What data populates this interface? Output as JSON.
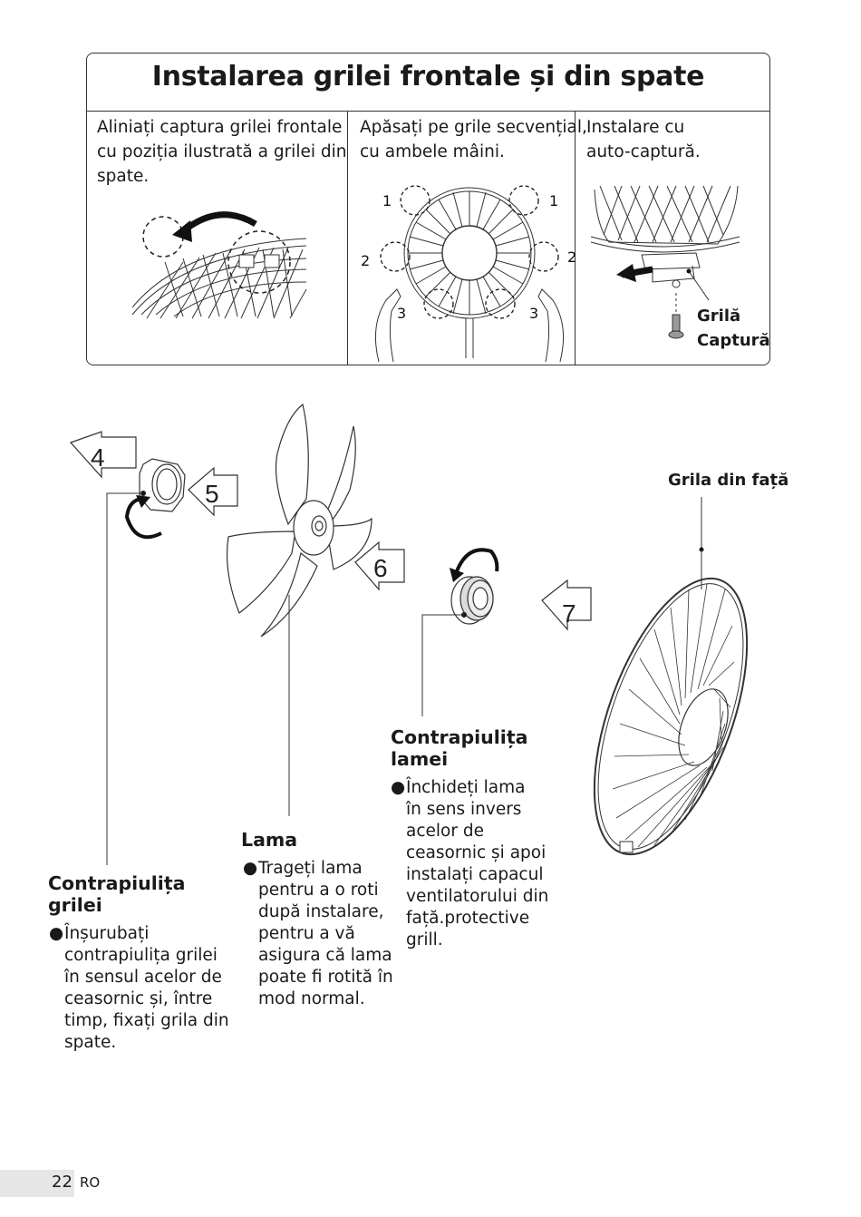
{
  "box": {
    "title": "Instalarea grilei frontale și din spate",
    "steps": [
      {
        "lines": [
          "Aliniați captura grilei frontale",
          "cu poziția ilustrată a grilei din",
          "spate."
        ]
      },
      {
        "lines": [
          "Apăsați pe grile secvențial,",
          "cu ambele mâini."
        ],
        "markers": [
          "1",
          "1",
          "2",
          "2",
          "3",
          "3"
        ]
      },
      {
        "lines": [
          "Instalare cu",
          "auto-captură."
        ],
        "labels": [
          "Grilă",
          "Captură"
        ]
      }
    ]
  },
  "assembly": {
    "step_numbers": [
      "4",
      "5",
      "6",
      "7"
    ],
    "front_grill_label": "Grila din față",
    "blade": {
      "heading": "Lama",
      "lines": [
        "Trageți lama",
        "pentru a o roti",
        "după instalare,",
        "pentru a vă",
        "asigura că lama",
        "poate fi rotită în",
        "mod normal."
      ]
    },
    "blade_nut": {
      "heading_lines": [
        "Contrapiulița",
        "lamei"
      ],
      "lines": [
        "Închideți lama",
        "în sens invers",
        "acelor de",
        "ceasornic și apoi",
        "instalați capacul",
        "ventilatorului din",
        "față.protective",
        "grill."
      ]
    },
    "grill_nut": {
      "heading_lines": [
        "Contrapiulița",
        "grilei"
      ],
      "lines": [
        "Înșurubați",
        "contrapiulița grilei",
        "în sensul acelor de",
        "ceasornic și, între",
        "timp, fixați grila din",
        "spate."
      ]
    },
    "bullet_glyph": "●"
  },
  "footer": {
    "page_number": "22",
    "language": "RO"
  }
}
